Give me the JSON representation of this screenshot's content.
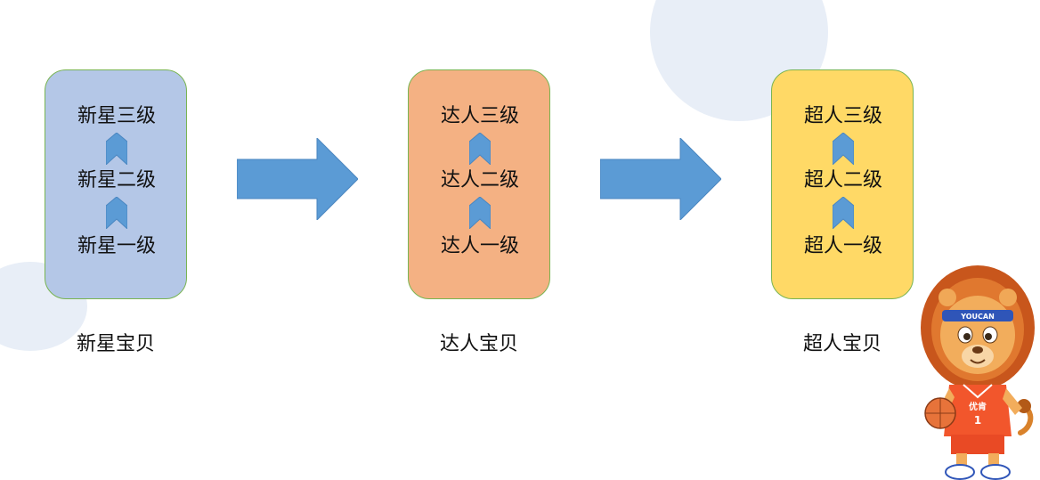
{
  "colors": {
    "accent_blue": "#5b9bd5",
    "box_green_border": "#79b452",
    "box1_fill": "#b4c7e7",
    "box2_fill": "#f4b183",
    "box3_fill": "#ffd966",
    "bg_circle": "#e8eef7"
  },
  "stages": [
    {
      "levels": [
        "新星三级",
        "新星二级",
        "新星一级"
      ],
      "caption": "新星宝贝"
    },
    {
      "levels": [
        "达人三级",
        "达人二级",
        "达人一级"
      ],
      "caption": "达人宝贝"
    },
    {
      "levels": [
        "超人三级",
        "超人二级",
        "超人一级"
      ],
      "caption": "超人宝贝"
    }
  ],
  "icons": {
    "level_separator": "chevron-up-icon",
    "stage_transition": "arrow-right-icon",
    "mascot": "lion-mascot-icon"
  },
  "mascot": {
    "headband_text": "YOUCAN",
    "jersey_text": "优肯",
    "jersey_number": "1"
  }
}
